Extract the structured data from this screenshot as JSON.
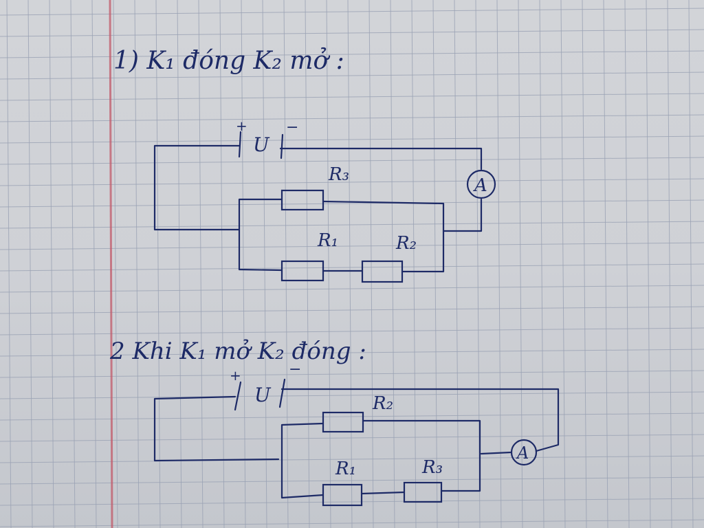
{
  "colors": {
    "ink": "#1d2a66",
    "paper": "#d0d2d7",
    "grid": "#9aa2b4",
    "margin": "#c25a6a"
  },
  "section1": {
    "heading": "1) K₁ đóng K₂ mở :",
    "source_plus": "+",
    "source_label": "U",
    "source_minus": "−",
    "r_top": "R₃",
    "r_left": "R₁",
    "r_right": "R₂",
    "meter": "A"
  },
  "section2": {
    "heading": "2  Khi K₁ mở K₂ đóng :",
    "source_plus": "+",
    "source_label": "U",
    "source_minus": "−",
    "r_top": "R₂",
    "r_left": "R₁",
    "r_right": "R₃",
    "meter": "A"
  }
}
